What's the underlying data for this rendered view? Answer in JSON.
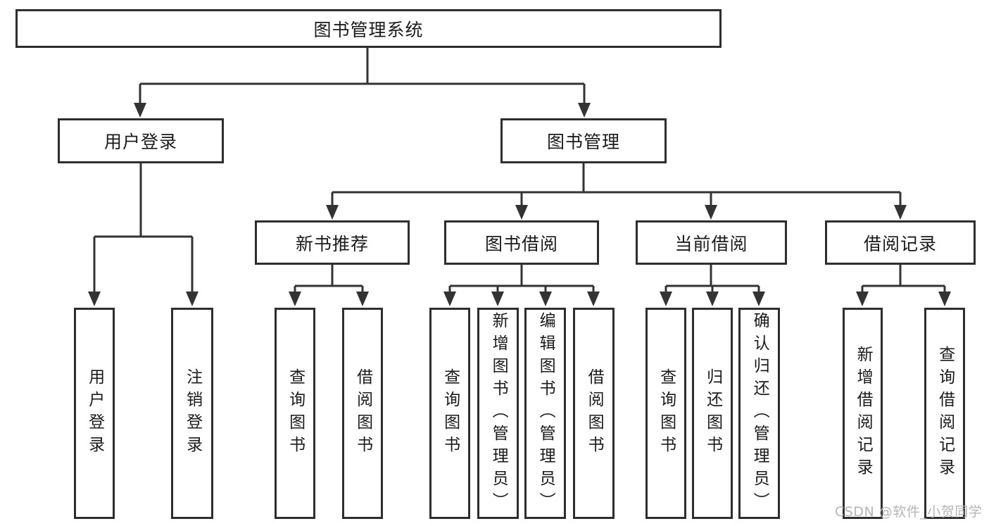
{
  "colors": {
    "line": "#333333",
    "box_border": "#2e2e2e",
    "text": "#1b1b1b",
    "watermark": "#b5b5b5",
    "background": "#ffffff"
  },
  "watermark": {
    "text": "CSDN @软件_小贺同学"
  },
  "diagram": {
    "root": {
      "label": "图书管理系统"
    },
    "branches": [
      {
        "label": "用户登录",
        "children": [
          {
            "label": "用户登录"
          },
          {
            "label": "注销登录"
          }
        ]
      },
      {
        "label": "图书管理",
        "children": [
          {
            "label": "新书推荐",
            "children": [
              {
                "label": "查询图书"
              },
              {
                "label": "借阅图书"
              }
            ]
          },
          {
            "label": "图书借阅",
            "children": [
              {
                "label": "查询图书"
              },
              {
                "label": "新增图书（管理员）"
              },
              {
                "label": "编辑图书（管理员）"
              },
              {
                "label": "借阅图书"
              }
            ]
          },
          {
            "label": "当前借阅",
            "children": [
              {
                "label": "查询图书"
              },
              {
                "label": "归还图书"
              },
              {
                "label": "确认归还（管理员）"
              }
            ]
          },
          {
            "label": "借阅记录",
            "children": [
              {
                "label": "新增借阅记录"
              },
              {
                "label": "查询借阅记录"
              }
            ]
          }
        ]
      }
    ]
  }
}
